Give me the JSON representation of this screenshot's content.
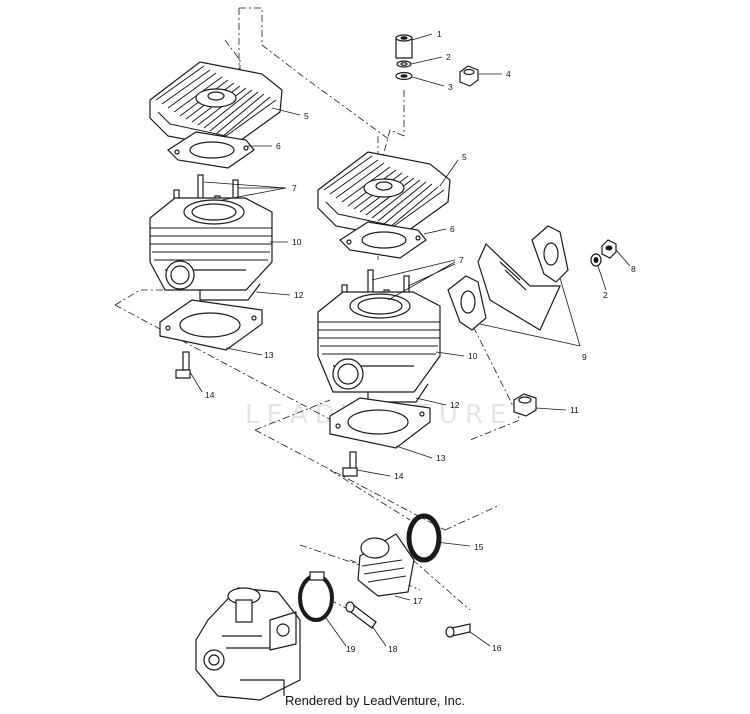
{
  "diagram": {
    "watermark": "LEADVENTURE",
    "credit": "Rendered by LeadVenture, Inc.",
    "callouts": [
      {
        "id": "c1",
        "text": "1"
      },
      {
        "id": "c2a",
        "text": "2"
      },
      {
        "id": "c3",
        "text": "3"
      },
      {
        "id": "c4",
        "text": "4"
      },
      {
        "id": "c5a",
        "text": "5"
      },
      {
        "id": "c5b",
        "text": "5"
      },
      {
        "id": "c6a",
        "text": "6"
      },
      {
        "id": "c6b",
        "text": "6"
      },
      {
        "id": "c7a",
        "text": "7"
      },
      {
        "id": "c7b",
        "text": "7"
      },
      {
        "id": "c8",
        "text": "8"
      },
      {
        "id": "c2b",
        "text": "2"
      },
      {
        "id": "c9",
        "text": "9"
      },
      {
        "id": "c10a",
        "text": "10"
      },
      {
        "id": "c10b",
        "text": "10"
      },
      {
        "id": "c11",
        "text": "11"
      },
      {
        "id": "c12a",
        "text": "12"
      },
      {
        "id": "c12b",
        "text": "12"
      },
      {
        "id": "c13a",
        "text": "13"
      },
      {
        "id": "c13b",
        "text": "13"
      },
      {
        "id": "c14a",
        "text": "14"
      },
      {
        "id": "c14b",
        "text": "14"
      },
      {
        "id": "c15",
        "text": "15"
      },
      {
        "id": "c16",
        "text": "16"
      },
      {
        "id": "c17",
        "text": "17"
      },
      {
        "id": "c18",
        "text": "18"
      },
      {
        "id": "c19",
        "text": "19"
      }
    ]
  }
}
